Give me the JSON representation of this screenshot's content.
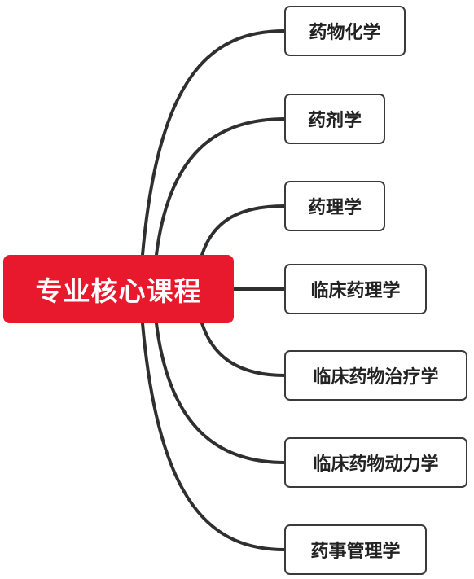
{
  "root": {
    "label": "专业核心课程",
    "color": "#e8192c"
  },
  "children": [
    {
      "label": "药物化学"
    },
    {
      "label": "药剂学"
    },
    {
      "label": "药理学"
    },
    {
      "label": "临床药理学"
    },
    {
      "label": "临床药物治疗学"
    },
    {
      "label": "临床药物动力学"
    },
    {
      "label": "药事管理学"
    }
  ]
}
